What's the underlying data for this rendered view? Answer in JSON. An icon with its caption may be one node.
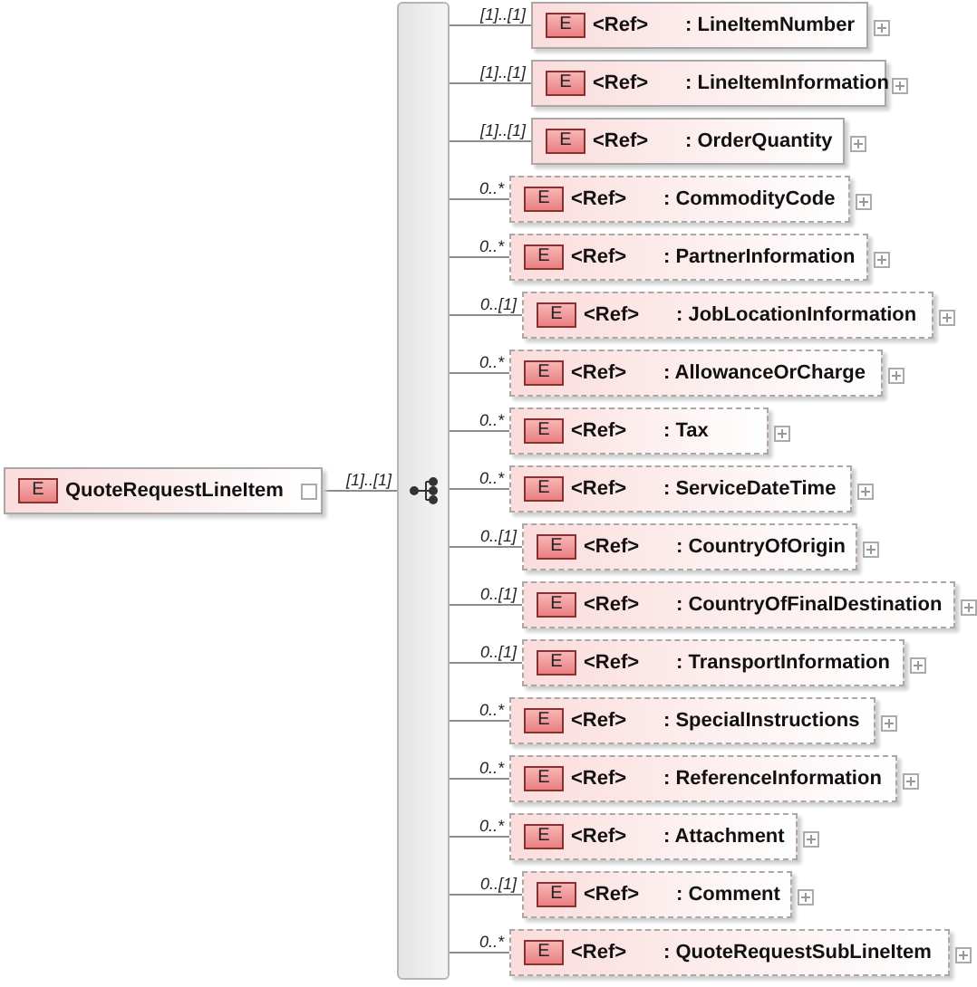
{
  "diagram": {
    "nodes": [
      {
        "text": [
          "E",
          "QuoteRequestLineItem"
        ]
      },
      {
        "text": [],
        "shape": "bar"
      },
      {
        "text": [
          "E",
          "<Ref>",
          ": LineItemNumber"
        ]
      },
      {
        "text": [
          "E",
          "<Ref>",
          ": LineItemInformation"
        ]
      },
      {
        "text": [
          "E",
          "<Ref>",
          ": OrderQuantity"
        ]
      },
      {
        "text": [
          "E",
          "<Ref>",
          ": CommodityCode"
        ]
      },
      {
        "text": [
          "E",
          "<Ref>",
          ": PartnerInformation"
        ]
      },
      {
        "text": [
          "E",
          "<Ref>",
          ": JobLocationInformation"
        ]
      },
      {
        "text": [
          "E",
          "<Ref>",
          ": AllowanceOrCharge"
        ]
      },
      {
        "text": [
          "E",
          "<Ref>",
          ": Tax"
        ]
      },
      {
        "text": [
          "E",
          "<Ref>",
          ": ServiceDateTime"
        ]
      },
      {
        "text": [
          "E",
          "<Ref>",
          ": CountryOfOrigin"
        ]
      },
      {
        "text": [
          "E",
          "<Ref>",
          ": CountryOfFinalDestination"
        ]
      },
      {
        "text": [
          "E",
          "<Ref>",
          ": TransportInformation"
        ]
      },
      {
        "text": [
          "E",
          "<Ref>",
          ": SpecialInstructions"
        ]
      },
      {
        "text": [
          "E",
          "<Ref>",
          ": ReferenceInformation"
        ]
      },
      {
        "text": [
          "E",
          "<Ref>",
          ": Attachment"
        ]
      },
      {
        "text": [
          "E",
          "<Ref>",
          ": Comment"
        ]
      },
      {
        "text": [
          "E",
          "<Ref>",
          ": QuoteRequestSubLineItem"
        ]
      }
    ],
    "edges": [
      {
        "from": 0,
        "to": 1,
        "arrow": "none",
        "label": "[1]..[1]"
      },
      {
        "from": 1,
        "to": 2,
        "arrow": "none",
        "label": "[1]..[1]"
      },
      {
        "from": 1,
        "to": 3,
        "arrow": "none",
        "label": "[1]..[1]"
      },
      {
        "from": 1,
        "to": 4,
        "arrow": "none",
        "label": "[1]..[1]"
      },
      {
        "from": 1,
        "to": 5,
        "arrow": "none",
        "label": "0..*"
      },
      {
        "from": 1,
        "to": 6,
        "arrow": "none",
        "label": "0..*"
      },
      {
        "from": 1,
        "to": 7,
        "arrow": "none",
        "label": "0..[1]"
      },
      {
        "from": 1,
        "to": 8,
        "arrow": "none",
        "label": "0..*"
      },
      {
        "from": 1,
        "to": 9,
        "arrow": "none",
        "label": "0..*"
      },
      {
        "from": 1,
        "to": 10,
        "arrow": "none",
        "label": "0..*"
      },
      {
        "from": 1,
        "to": 11,
        "arrow": "none",
        "label": "0..[1]"
      },
      {
        "from": 1,
        "to": 12,
        "arrow": "none",
        "label": "0..[1]"
      },
      {
        "from": 1,
        "to": 13,
        "arrow": "none",
        "label": "0..[1]"
      },
      {
        "from": 1,
        "to": 14,
        "arrow": "none",
        "label": "0..*"
      },
      {
        "from": 1,
        "to": 15,
        "arrow": "none",
        "label": "0..*"
      },
      {
        "from": 1,
        "to": 16,
        "arrow": "none",
        "label": "0..*"
      },
      {
        "from": 1,
        "to": 17,
        "arrow": "none",
        "label": "0..[1]"
      },
      {
        "from": 1,
        "to": 18,
        "arrow": "none",
        "label": "0..*"
      }
    ]
  }
}
